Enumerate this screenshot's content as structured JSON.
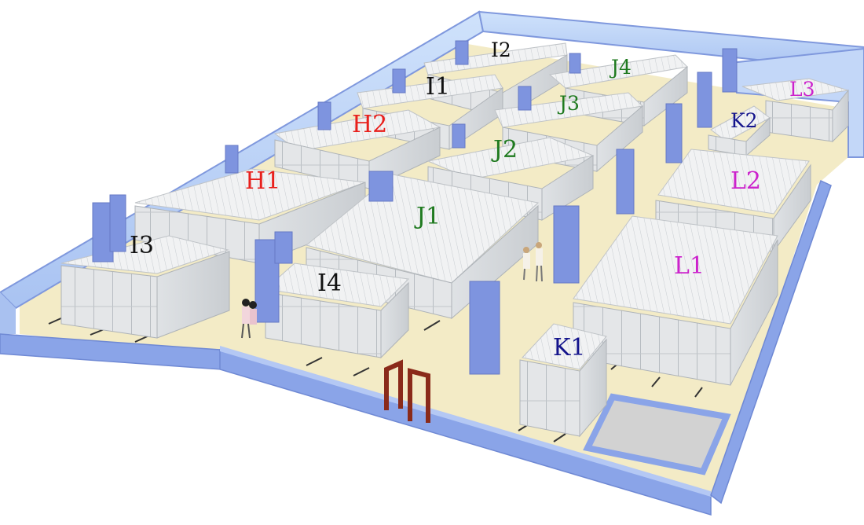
{
  "zones": [
    {
      "id": "H1",
      "label": "H1",
      "color": "#e8201c"
    },
    {
      "id": "H2",
      "label": "H2",
      "color": "#e8201c"
    },
    {
      "id": "I1",
      "label": "I1",
      "color": "#111111"
    },
    {
      "id": "I2",
      "label": "I2",
      "color": "#111111"
    },
    {
      "id": "I3",
      "label": "I3",
      "color": "#111111"
    },
    {
      "id": "I4",
      "label": "I4",
      "color": "#111111"
    },
    {
      "id": "J1",
      "label": "J1",
      "color": "#1f7a1f"
    },
    {
      "id": "J2",
      "label": "J2",
      "color": "#1f7a1f"
    },
    {
      "id": "J3",
      "label": "J3",
      "color": "#1f7a1f"
    },
    {
      "id": "J4",
      "label": "J4",
      "color": "#1f7a1f"
    },
    {
      "id": "K1",
      "label": "K1",
      "color": "#14148c"
    },
    {
      "id": "K2",
      "label": "K2",
      "color": "#14148c"
    },
    {
      "id": "L1",
      "label": "L1",
      "color": "#cc22cc"
    },
    {
      "id": "L2",
      "label": "L2",
      "color": "#cc22cc"
    },
    {
      "id": "L3",
      "label": "L3",
      "color": "#cc22cc"
    }
  ],
  "colors": {
    "floor": "#f3ebc6",
    "wall": "#8fa9ea",
    "wall_glass": "#bcd4f7",
    "shelf": "#e6e8ea",
    "column": "#7e94df",
    "door": "#8a2a1a"
  }
}
